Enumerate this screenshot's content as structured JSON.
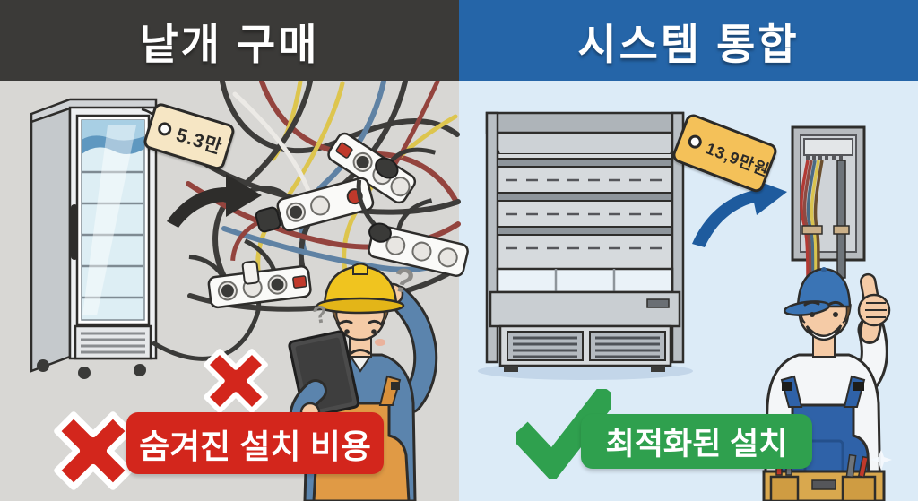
{
  "left": {
    "header": "낱개 구매",
    "price_tag": "5.3만",
    "caption": "숨겨진 설치 비용",
    "question_mark_1": "?",
    "question_mark_2": "?"
  },
  "right": {
    "header": "시스템 통합",
    "price_tag": "13,9만원",
    "caption": "최적화된 설치"
  },
  "colors": {
    "left_header_bg": "#3b3a38",
    "right_header_bg": "#2565a8",
    "left_bg": "#d8d7d4",
    "right_bg": "#dcebf7",
    "negative_red": "#d3261c",
    "positive_green": "#2fa04e",
    "tag_left_bg": "#f6e6c4",
    "tag_right_bg": "#f4c159",
    "arrow_left": "#2e2d2b",
    "arrow_right": "#1e5b9e"
  }
}
